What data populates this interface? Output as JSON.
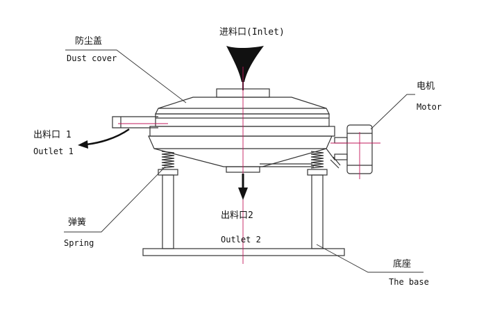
{
  "labels": {
    "inlet": "进料口(Inlet)",
    "dust_cover_cn": "防尘盖",
    "dust_cover_en": "Dust cover",
    "motor_cn": "电机",
    "motor_en": "Motor",
    "outlet1_cn": "出料口 1",
    "outlet1_en": "Outlet 1",
    "outlet2_cn": "出料口2",
    "outlet2_en": "Outlet 2",
    "spring_cn": "弹簧",
    "spring_en": "Spring",
    "base_cn": "底座",
    "base_en": "The base"
  },
  "colors": {
    "line": "#333333",
    "axis": "#c2185b",
    "arrow": "#111111"
  }
}
